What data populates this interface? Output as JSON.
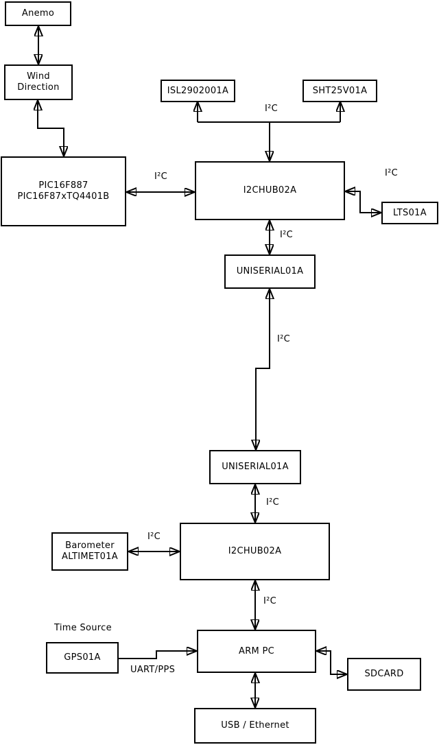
{
  "diagram": {
    "nodes": {
      "anemo": {
        "label": "Anemo"
      },
      "wind_direction": {
        "line1": "Wind",
        "line2": "Direction"
      },
      "pic": {
        "line1": "PIC16F887",
        "line2": "PIC16F87xTQ4401B"
      },
      "isl": {
        "label": "ISL2902001A"
      },
      "sht": {
        "label": "SHT25V01A"
      },
      "i2chub_upper": {
        "label": "I2CHUB02A"
      },
      "lts": {
        "label": "LTS01A"
      },
      "uniserial_upper": {
        "label": "UNISERIAL01A"
      },
      "uniserial_lower": {
        "label": "UNISERIAL01A"
      },
      "barometer": {
        "line1": "Barometer",
        "line2": "ALTIMET01A"
      },
      "i2chub_lower": {
        "label": "I2CHUB02A"
      },
      "gps": {
        "label": "GPS01A"
      },
      "arm_pc": {
        "label": "ARM PC"
      },
      "sdcard": {
        "label": "SDCARD"
      },
      "usb_ethernet": {
        "label": "USB / Ethernet"
      }
    },
    "labels": {
      "time_source": "Time Source",
      "uart_pps": "UART/PPS",
      "i2c_sensors": "I²C",
      "i2c_pic_hub": "I²C",
      "i2c_hub_lts": "I²C",
      "i2c_hub_uniserial": "I²C",
      "i2c_uniserial_link": "I²C",
      "i2c_uniserial_hub2": "I²C",
      "i2c_barometer_hub2": "I²C",
      "i2c_hub2_armpc": "I²C"
    },
    "edges": [
      {
        "from": "anemo",
        "to": "wind_direction",
        "arrows": "both",
        "label": ""
      },
      {
        "from": "wind_direction",
        "to": "pic",
        "arrows": "both",
        "label": ""
      },
      {
        "from": "pic",
        "to": "i2chub_upper",
        "arrows": "both",
        "label": "I²C"
      },
      {
        "from": "i2chub_upper",
        "to": "isl",
        "arrows": "both-branch",
        "label": "I²C"
      },
      {
        "from": "i2chub_upper",
        "to": "sht",
        "arrows": "both-branch",
        "label": "I²C"
      },
      {
        "from": "i2chub_upper",
        "to": "lts",
        "arrows": "both",
        "label": "I²C"
      },
      {
        "from": "i2chub_upper",
        "to": "uniserial_upper",
        "arrows": "both",
        "label": "I²C"
      },
      {
        "from": "uniserial_upper",
        "to": "uniserial_lower",
        "arrows": "both",
        "label": "I²C"
      },
      {
        "from": "uniserial_lower",
        "to": "i2chub_lower",
        "arrows": "both",
        "label": "I²C"
      },
      {
        "from": "barometer",
        "to": "i2chub_lower",
        "arrows": "both",
        "label": "I²C"
      },
      {
        "from": "i2chub_lower",
        "to": "arm_pc",
        "arrows": "both",
        "label": "I²C"
      },
      {
        "from": "gps",
        "to": "arm_pc",
        "arrows": "forward",
        "label": "UART/PPS"
      },
      {
        "from": "arm_pc",
        "to": "sdcard",
        "arrows": "both",
        "label": ""
      },
      {
        "from": "arm_pc",
        "to": "usb_ethernet",
        "arrows": "both",
        "label": ""
      }
    ],
    "colors": {
      "line": "#000000",
      "box_border": "#000000",
      "box_background": "#ffffff",
      "text": "#000000",
      "page_background": "#ffffff"
    }
  }
}
